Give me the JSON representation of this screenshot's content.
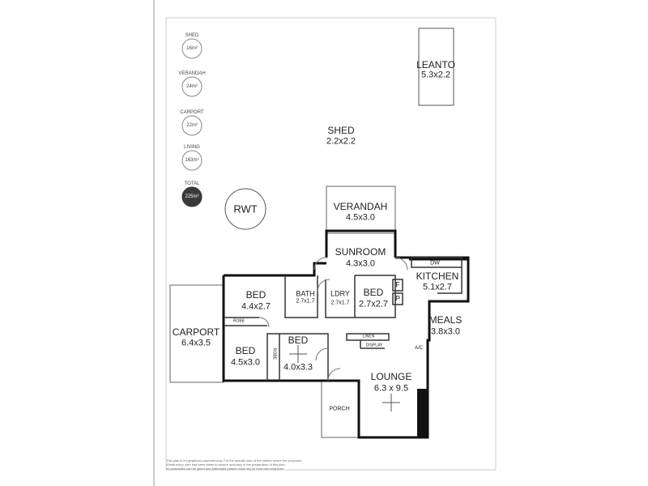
{
  "areas": [
    {
      "label": "SHED",
      "value": "16m²"
    },
    {
      "label": "VERANDAH",
      "value": "24m²"
    },
    {
      "label": "CARPORT",
      "value": "22m²"
    },
    {
      "label": "LIVING",
      "value": "163m²"
    },
    {
      "label": "TOTAL",
      "value": "225m²"
    }
  ],
  "rooms": {
    "leanto": {
      "name": "LEANTO",
      "dim": "5.3x2.2"
    },
    "shed": {
      "name": "SHED",
      "dim": "2.2x2.2"
    },
    "rwt": {
      "name": "RWT"
    },
    "verandah": {
      "name": "VERANDAH",
      "dim": "4.5x3.0"
    },
    "sunroom": {
      "name": "SUNROOM",
      "dim": "4.3x3.0"
    },
    "kitchen": {
      "name": "KITCHEN",
      "dim": "5.1x2.7",
      "dw": "DW"
    },
    "bed1": {
      "name": "BED",
      "dim": "4.4x2.7"
    },
    "bath": {
      "name": "BATH",
      "dim": "2.7x1.7"
    },
    "ldry": {
      "name": "LDRY",
      "dim": "2.7x1.7"
    },
    "bed2": {
      "name": "BED",
      "dim": "2.7x2.7"
    },
    "fridge": "F",
    "pantry": "P",
    "meals": {
      "name": "MEALS",
      "dim": "3.8x3.0"
    },
    "ac": "A/C",
    "carport": {
      "name": "CARPORT",
      "dim": "6.4x3.5"
    },
    "robe1": "ROBE",
    "robe2": "ROBE",
    "bed3": {
      "name": "BED",
      "dim": "4.5x3.0"
    },
    "bed4": {
      "name": "BED",
      "dim": "4.0x3.3"
    },
    "linen": "LINEN",
    "display": "DISPLAY",
    "lounge": {
      "name": "LOUNGE",
      "dim": "6.3 x 9.5"
    },
    "porch": "PORCH"
  },
  "disclaimer": [
    "This plan is for graphical purposes only. For the specific size of the site/for where the proposed",
    "Whilst every care has been taken to ensure accuracy in the preparation of this plan",
    "no warranties can be given and interested parties must rely on their own enquiries."
  ]
}
